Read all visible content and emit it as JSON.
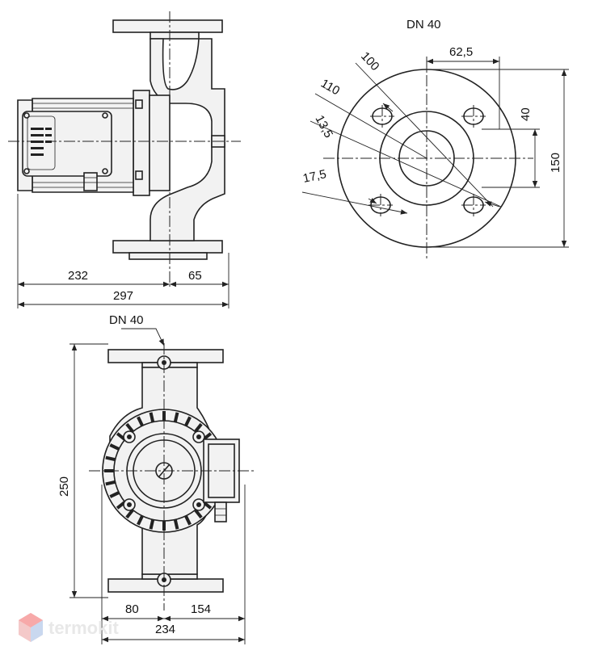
{
  "side_view": {
    "dimensions": {
      "d232": "232",
      "d297": "297",
      "d65": "65"
    }
  },
  "flange_view": {
    "title": "DN 40",
    "dimensions": {
      "d625": "62,5",
      "d40": "40",
      "d150": "150",
      "d100": "100",
      "d110": "110",
      "d135": "13,5",
      "d175": "17,5"
    }
  },
  "front_view": {
    "title": "DN 40",
    "dimensions": {
      "d250": "250",
      "d80": "80",
      "d154": "154",
      "d234": "234"
    }
  },
  "watermark": {
    "text": "termokit"
  }
}
